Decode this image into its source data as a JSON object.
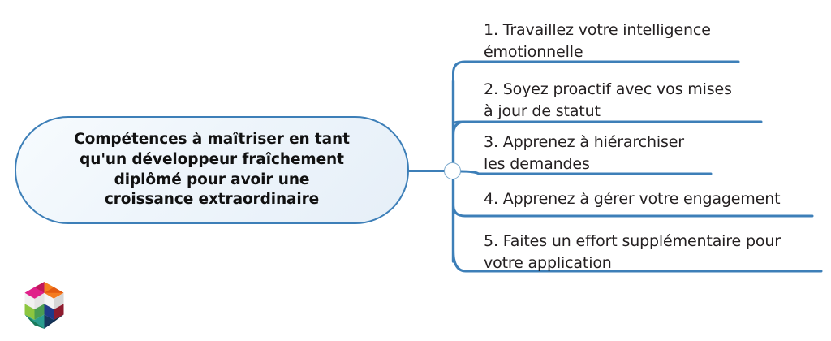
{
  "document": {
    "type": "mind-map",
    "language": "fr",
    "background_color": "#ffffff",
    "accent_color": "#3d7fb8",
    "text_color": "#231f20"
  },
  "central_node": {
    "label": "Compétences à maîtriser en tant qu'un développeur fraîchement diplômé pour avoir une croissance extraordinaire",
    "text": "Compétences à maîtriser en tant\nqu'un développeur fraîchement\ndiplômé pour avoir une\ncroissance extraordinaire",
    "border_color": "#3d7fb8",
    "fill_color": "#eef5fb"
  },
  "collapse_toggle": {
    "icon": "minus-icon",
    "state": "expanded",
    "label": "−"
  },
  "branches": [
    {
      "index": "1",
      "text": "1. Travaillez votre intelligence\némotionnelle",
      "plain": "1. Travaillez votre intelligence émotionnelle",
      "underline_color": "#3d7fb8"
    },
    {
      "index": "2",
      "text": "2. Soyez proactif avec vos mises\nà jour de statut",
      "plain": "2. Soyez proactif avec vos mises à jour de statut",
      "underline_color": "#3d7fb8"
    },
    {
      "index": "3",
      "text": "3. Apprenez à hiérarchiser\nles demandes",
      "plain": "3. Apprenez à hiérarchiser les demandes",
      "underline_color": "#3d7fb8"
    },
    {
      "index": "4",
      "text": "4. Apprenez à gérer votre engagement",
      "plain": "4. Apprenez à gérer votre engagement",
      "underline_color": "#3d7fb8"
    },
    {
      "index": "5",
      "text": "5. Faites un effort supplémentaire pour\nvotre application",
      "plain": "5. Faites un effort supplémentaire pour votre application",
      "underline_color": "#3d7fb8"
    }
  ],
  "logo": {
    "name": "hexagon-cube-logo",
    "colors": {
      "top_left": "#e0218a",
      "top_right": "#f47b20",
      "mid_left": "#ececec",
      "mid_right": "#d9d9d9",
      "bottom_left": "#8cc63f",
      "bottom_mid": "#1b7a5a",
      "bottom_right": "#1f3a8a",
      "deep_red": "#9b1b30",
      "teal": "#2a9d8f"
    }
  }
}
